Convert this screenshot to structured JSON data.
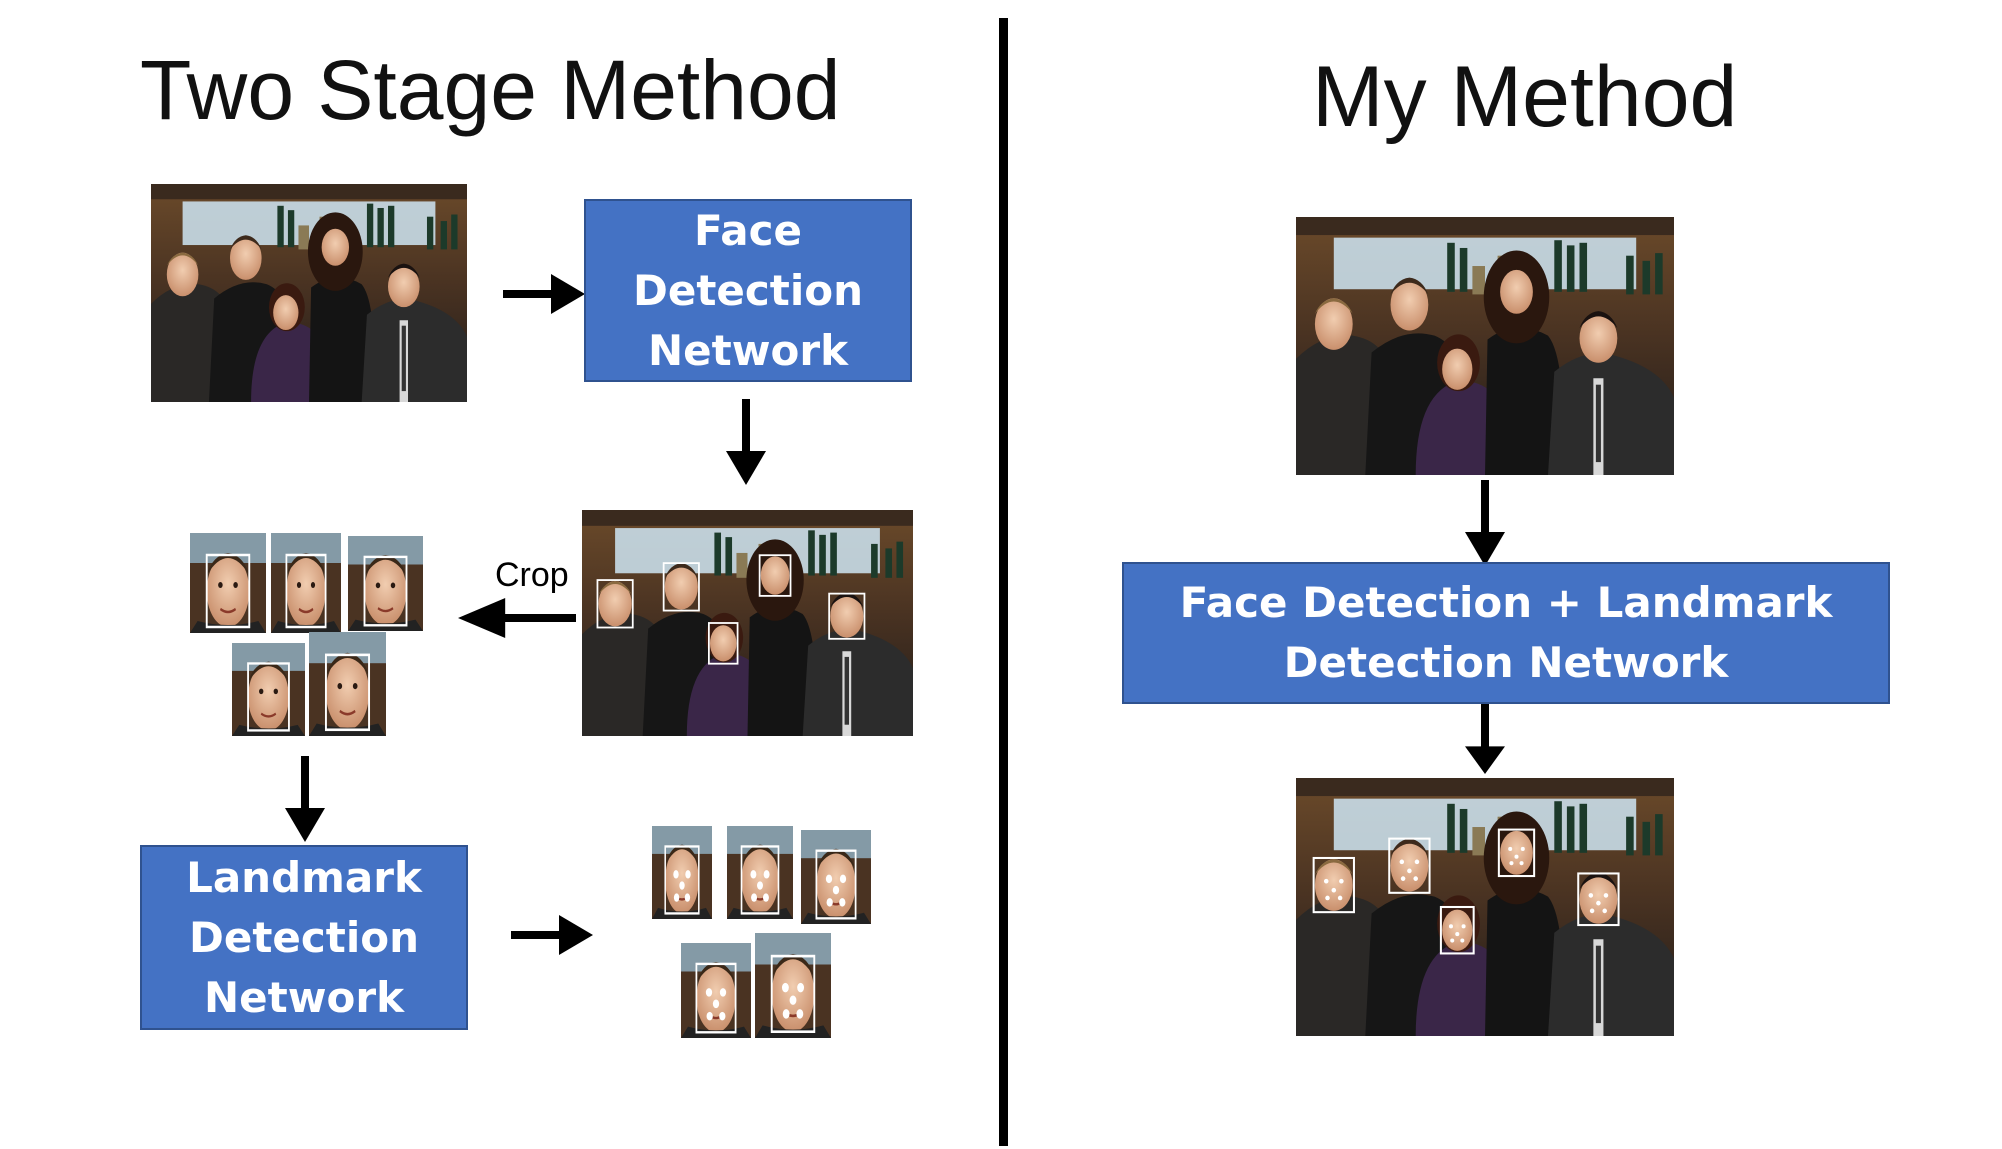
{
  "left_panel": {
    "title": "Two Stage Method",
    "face_box": [
      "Face",
      "Detection",
      "Network"
    ],
    "crop_label": "Crop",
    "landmark_box": [
      "Landmark",
      "Detection",
      "Network"
    ]
  },
  "right_panel": {
    "title": "My Method",
    "combined_box": [
      "Face Detection + Landmark",
      "Detection Network"
    ]
  },
  "colors": {
    "box_fill": "#4472c4",
    "box_border": "#2f528f",
    "face_box_outline": "#ffffff",
    "landmark_dot": "#ffffff"
  }
}
